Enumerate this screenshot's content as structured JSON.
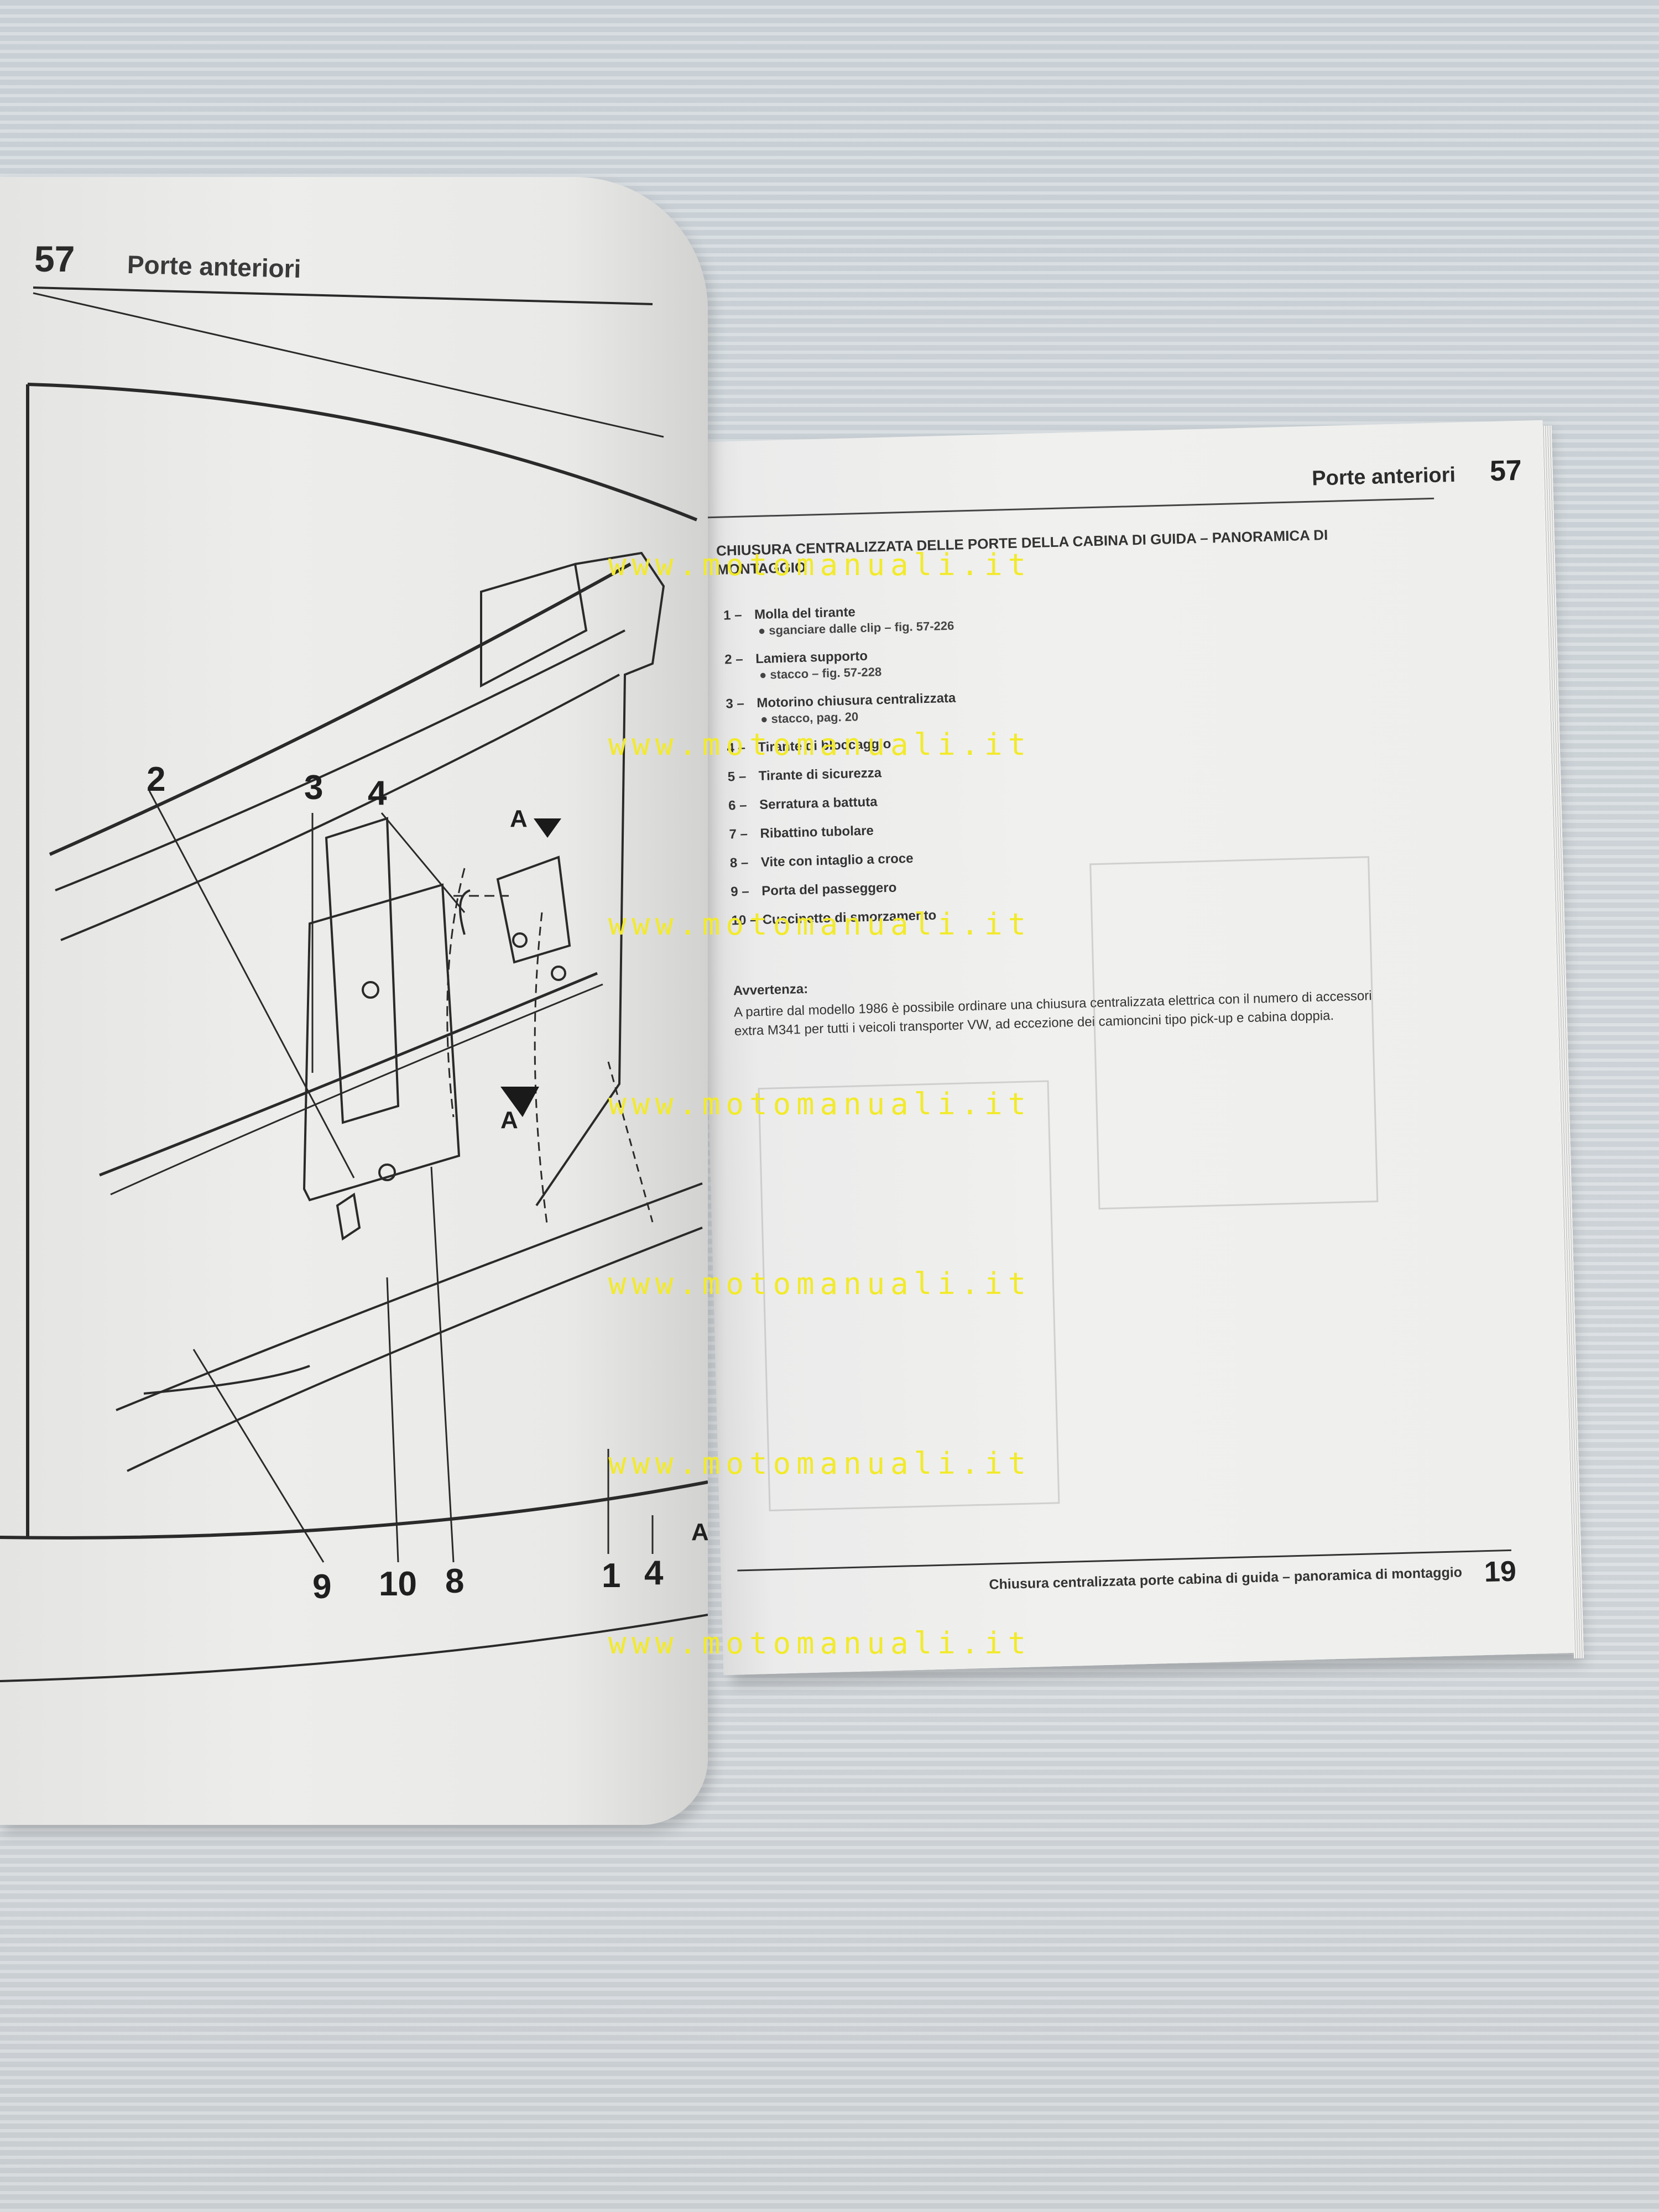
{
  "left_page": {
    "section_number": "57",
    "section_title": "Porte anteriori",
    "callouts": [
      "2",
      "3",
      "4",
      "9",
      "10",
      "8",
      "1",
      "4"
    ],
    "arrow_labels": [
      "A",
      "A",
      "A"
    ]
  },
  "right_page": {
    "section_number": "57",
    "section_title": "Porte anteriori",
    "heading": "CHIUSURA CENTRALIZZATA DELLE PORTE DELLA CABINA DI GUIDA – PANORAMICA DI MONTAGGIO",
    "legend": [
      {
        "num": "1 –",
        "label": "Molla del tirante",
        "sub": "● sganciare dalle clip – fig. 57-226"
      },
      {
        "num": "2 –",
        "label": "Lamiera supporto",
        "sub": "● stacco – fig. 57-228"
      },
      {
        "num": "3 –",
        "label": "Motorino chiusura centralizzata",
        "sub": "● stacco, pag. 20"
      },
      {
        "num": "4 –",
        "label": "Tirante di bloccaggio",
        "sub": ""
      },
      {
        "num": "5 –",
        "label": "Tirante di sicurezza",
        "sub": ""
      },
      {
        "num": "6 –",
        "label": "Serratura a battuta",
        "sub": ""
      },
      {
        "num": "7 –",
        "label": "Ribattino tubolare",
        "sub": ""
      },
      {
        "num": "8 –",
        "label": "Vite con intaglio a croce",
        "sub": ""
      },
      {
        "num": "9 –",
        "label": "Porta del passeggero",
        "sub": ""
      },
      {
        "num": "10 –",
        "label": "Cuscinetto di smorzamento",
        "sub": ""
      }
    ],
    "note_title": "Avvertenza:",
    "note_body": "A partire dal modello 1986 è possibile ordinare una chiusura centralizzata elettrica con il numero di accessori extra M341 per tutti i veicoli transporter VW, ad eccezione dei camioncini tipo pick-up e cabina doppia.",
    "footer_text": "Chiusura centralizzata porte cabina di guida – panoramica di montaggio",
    "page_number": "19"
  },
  "watermark": {
    "text": "www.motomanuali.it",
    "color": "#f2ea2a"
  }
}
